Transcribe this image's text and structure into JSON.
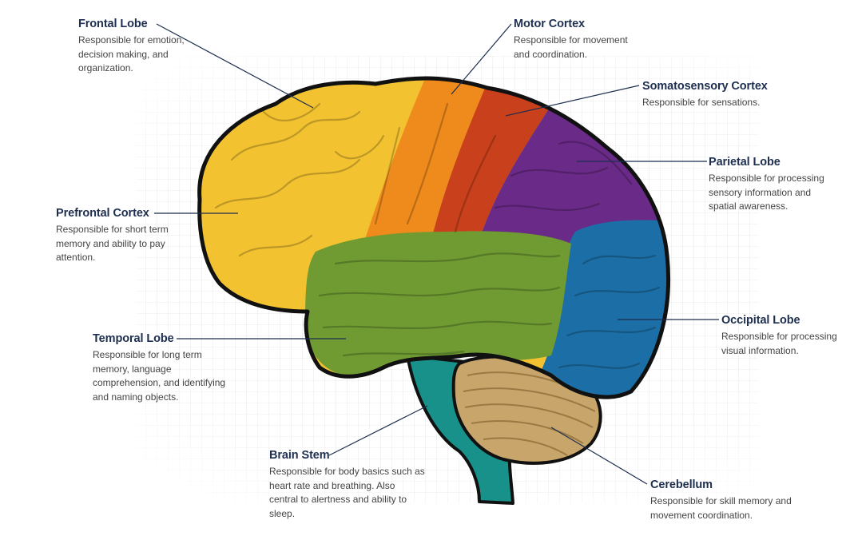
{
  "colors": {
    "frontal": "#f2c230",
    "motor": "#ef8a1d",
    "somatosensory": "#c9401c",
    "parietal": "#6a2a87",
    "temporal": "#6f9b32",
    "occipital": "#1c6fa6",
    "brainstem": "#17918a",
    "cerebellum": "#c8a56b",
    "outline": "#111111",
    "leader": "#1d2e4f",
    "title": "#1d2e4f"
  },
  "labels": {
    "frontal": {
      "title": "Frontal Lobe",
      "desc": "Responsible for emotion, decision making, and organization."
    },
    "motor": {
      "title": "Motor Cortex",
      "desc": "Responsible for movement and coordination."
    },
    "somatosensory": {
      "title": "Somatosensory Cortex",
      "desc": "Responsible for sensations."
    },
    "parietal": {
      "title": "Parietal Lobe",
      "desc": "Responsible for processing sensory information and spatial awareness."
    },
    "prefrontal": {
      "title": "Prefrontal Cortex",
      "desc": "Responsible for short term memory and ability to pay attention."
    },
    "occipital": {
      "title": "Occipital Lobe",
      "desc": "Responsible for processing visual information."
    },
    "temporal": {
      "title": "Temporal Lobe",
      "desc": "Responsible for long term memory, language comprehension, and identifying and naming objects."
    },
    "brainstem": {
      "title": "Brain Stem",
      "desc": "Responsible for body basics such as heart rate and breathing. Also central to alertness and ability to sleep."
    },
    "cerebellum": {
      "title": "Cerebellum",
      "desc": "Responsible for skill memory and movement coordination."
    }
  }
}
